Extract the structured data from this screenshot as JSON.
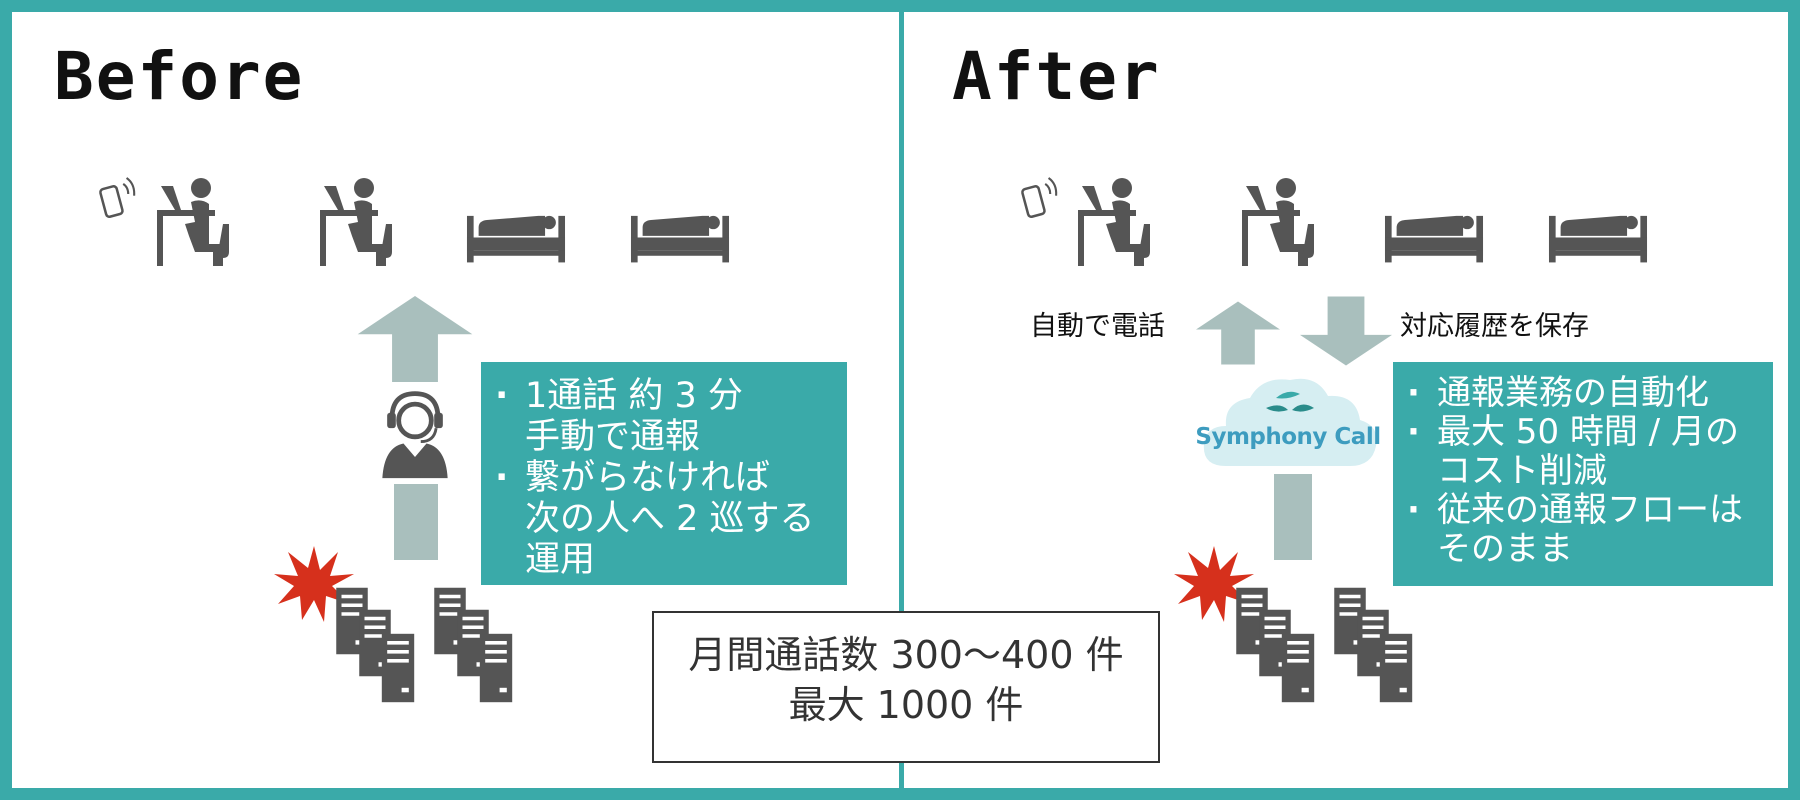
{
  "before": {
    "heading": "Before",
    "bullets": [
      "1通話 約 3 分\n手動で通報",
      "繋がらなければ\n次の人へ 2 巡する\n運用"
    ]
  },
  "after": {
    "heading": "After",
    "label_call": "自動で電話",
    "label_save": "対応履歴を保存",
    "service_name": "Symphony Call",
    "bullets": [
      "通報業務の自動化",
      "最大 50 時間 / 月の\nコスト削減",
      "従来の通報フローは\nそのまま"
    ]
  },
  "summary": {
    "line1": "月間通話数 300〜400 件",
    "line2": "最大 1000 件"
  },
  "icons": [
    "smartphone-icon",
    "person-at-desk-icon",
    "person-in-bed-icon",
    "operator-headset-icon",
    "server-icon",
    "alert-burst-icon",
    "cloud-icon",
    "arrow-up-icon",
    "arrow-down-icon"
  ],
  "colors": {
    "accent": "#3aaaa9",
    "icon": "#555555",
    "arrow": "#a9bfbd",
    "alert": "#d6301c",
    "cloud": "#d6eef2",
    "brand": "#3d9cbf"
  }
}
